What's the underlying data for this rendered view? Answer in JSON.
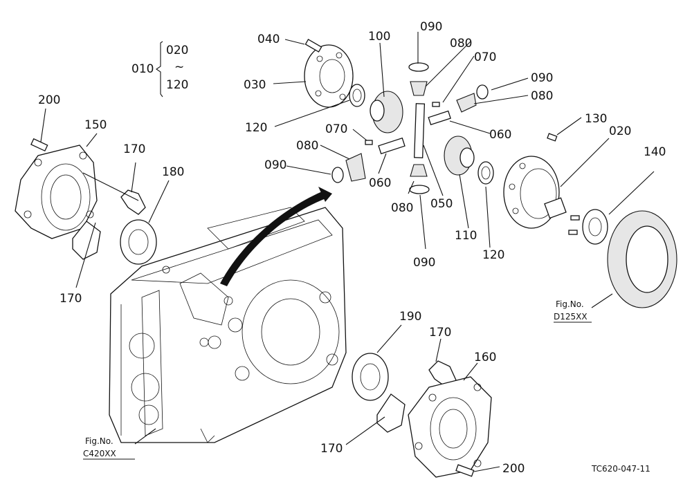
{
  "labels": {
    "p010": "010",
    "p020": "020",
    "p020b": "020",
    "p030": "030",
    "p040": "040",
    "p050": "050",
    "p060a": "060",
    "p060b": "060",
    "p070a": "070",
    "p070b": "070",
    "p080a": "080",
    "p080b": "080",
    "p080c": "080",
    "p080d": "080",
    "p090a": "090",
    "p090b": "090",
    "p090c": "090",
    "p090d": "090",
    "p100": "100",
    "p110": "110",
    "p120a": "120",
    "p120b": "120",
    "p120c": "120",
    "p130": "130",
    "p140": "140",
    "p150": "150",
    "p160": "160",
    "p170a": "170",
    "p170b": "170",
    "p170c": "170",
    "p170d": "170",
    "p180": "180",
    "p190": "190",
    "p200a": "200",
    "p200b": "200",
    "tilde": "~"
  },
  "refs": {
    "fig_label_a": "Fig.No.",
    "fig_code_a": "D125XX",
    "fig_label_b": "Fig.No.",
    "fig_code_b": "C420XX"
  },
  "drawing_code": "TC620-047-11"
}
